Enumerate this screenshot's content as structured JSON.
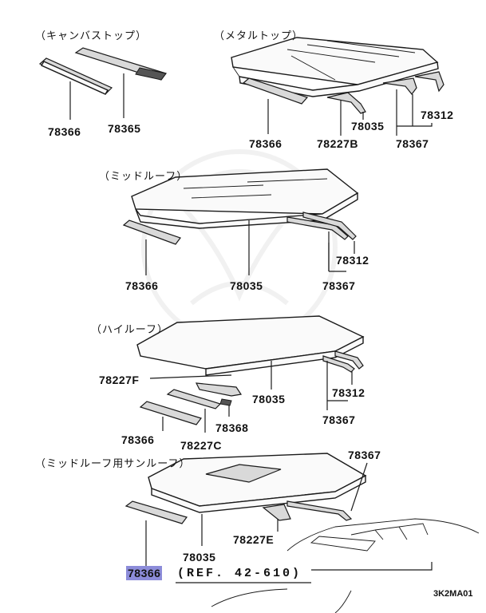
{
  "sections": [
    {
      "title": "（キャンバストップ）",
      "parts": [
        "78366",
        "78365"
      ]
    },
    {
      "title": "（メタルトップ）",
      "parts": [
        "78366",
        "78035",
        "78227B",
        "78312",
        "78367"
      ]
    },
    {
      "title": "（ミッドルーフ）",
      "parts": [
        "78366",
        "78035",
        "78312",
        "78367"
      ]
    },
    {
      "title": "（ハイルーフ）",
      "parts": [
        "78227F",
        "78035",
        "78312",
        "78368",
        "78366",
        "78227C",
        "78367"
      ]
    },
    {
      "title": "（ミッドルーフ用サンルーフ）",
      "parts": [
        "78367",
        "78227E",
        "78035",
        "78366"
      ],
      "reference": "(REF. 42-610)"
    }
  ],
  "highlighted_part": "78366",
  "diagram_code": "3K2MA01",
  "colors": {
    "highlight": "#8c8cd9",
    "line": "#1a1a1a",
    "background": "#ffffff"
  }
}
